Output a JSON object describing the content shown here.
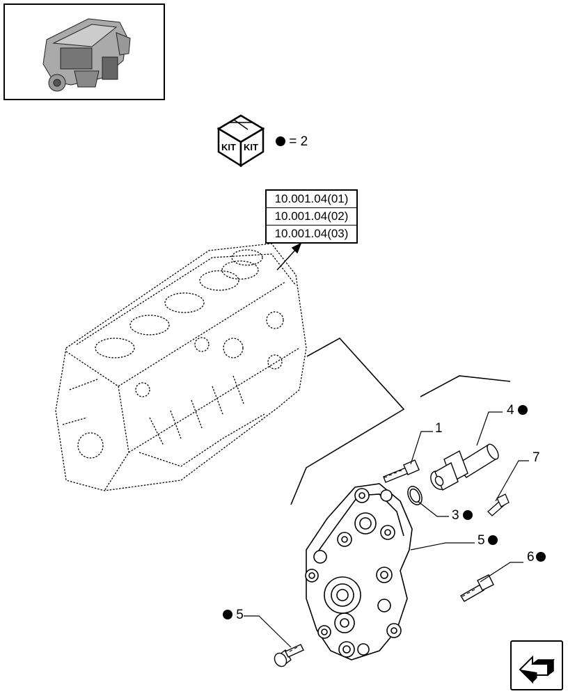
{
  "references": [
    "10.001.04(01)",
    "10.001.04(02)",
    "10.001.04(03)"
  ],
  "kit": {
    "text": "KIT",
    "note_value": "= 2"
  },
  "callouts": {
    "c1": "1",
    "c3": "3",
    "c4": "4",
    "c5": "5",
    "c5b": "5",
    "c6": "6",
    "c7": "7"
  },
  "icons": {
    "kit": "kit-box-icon",
    "nav": "previous-page-arrow-icon"
  }
}
